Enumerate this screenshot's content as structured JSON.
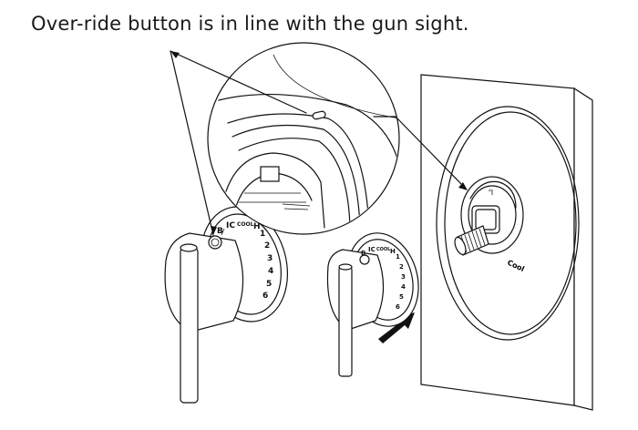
{
  "caption": "Over-ride button is in line with the gun sight.",
  "handle_left": {
    "dial_marks": [
      "B",
      "IC",
      "COOL",
      "H",
      "1",
      "2",
      "3",
      "4",
      "5",
      "6"
    ]
  },
  "handle_right": {
    "dial_marks": [
      "B",
      "IC",
      "COOL",
      "H",
      "1",
      "2",
      "3",
      "4",
      "5",
      "6"
    ]
  },
  "valve": {
    "marker_label": "Cool"
  },
  "icons": [
    "insertion-arrow-icon",
    "callout-leader-arrows"
  ],
  "colors": {
    "line": "#111111",
    "background": "#ffffff"
  }
}
